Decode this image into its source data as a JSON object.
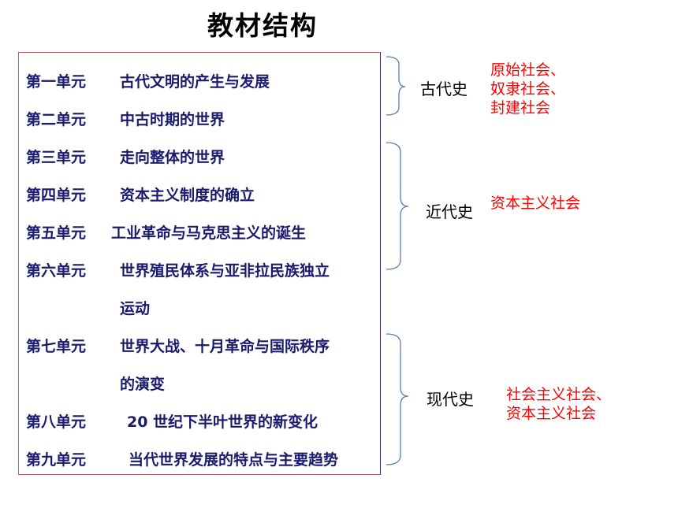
{
  "title": "教材结构",
  "units": [
    {
      "label": "第一单元",
      "text": "古代文明的产生与发展"
    },
    {
      "label": "第二单元",
      "text": "中古时期的世界"
    },
    {
      "label": "第三单元",
      "text": "走向整体的世界"
    },
    {
      "label": "第四单元",
      "text": "资本主义制度的确立"
    },
    {
      "label": "第五单元",
      "text": "工业革命与马克思主义的诞生"
    },
    {
      "label": "第六单元",
      "text": "世界殖民体系与亚非拉民族独立",
      "cont": "运动"
    },
    {
      "label": "第七单元",
      "text": "世界大战、十月革命与国际秩序",
      "cont": "的演变"
    },
    {
      "label": "第八单元",
      "text": "20 世纪下半叶世界的新变化"
    },
    {
      "label": "第九单元",
      "text": "当代世界发展的特点与主要趋势"
    }
  ],
  "eras": [
    {
      "label": "古代史",
      "society": [
        "原始社会、",
        "奴隶社会、",
        "封建社会"
      ]
    },
    {
      "label": "近代史",
      "society": [
        "资本主义社会"
      ]
    },
    {
      "label": "现代史",
      "society": [
        "社会主义社会、",
        "资本主义社会"
      ]
    }
  ],
  "colors": {
    "unit_text": "#1a1a6e",
    "society_text": "#ff0000",
    "bracket": "#5b7fb5",
    "box_border": "#c0605f"
  }
}
